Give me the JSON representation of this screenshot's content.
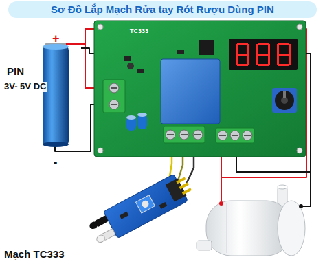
{
  "diagram": {
    "title": "Sơ Đồ Lắp Mạch Rửa tay Rót Rượu Dùng PIN",
    "nodes": [
      {
        "text": [
          "TC333"
        ]
      }
    ],
    "labels": [
      "+",
      "PIN",
      "3V- 5V DC",
      "-",
      "Mạch TC333"
    ]
  }
}
